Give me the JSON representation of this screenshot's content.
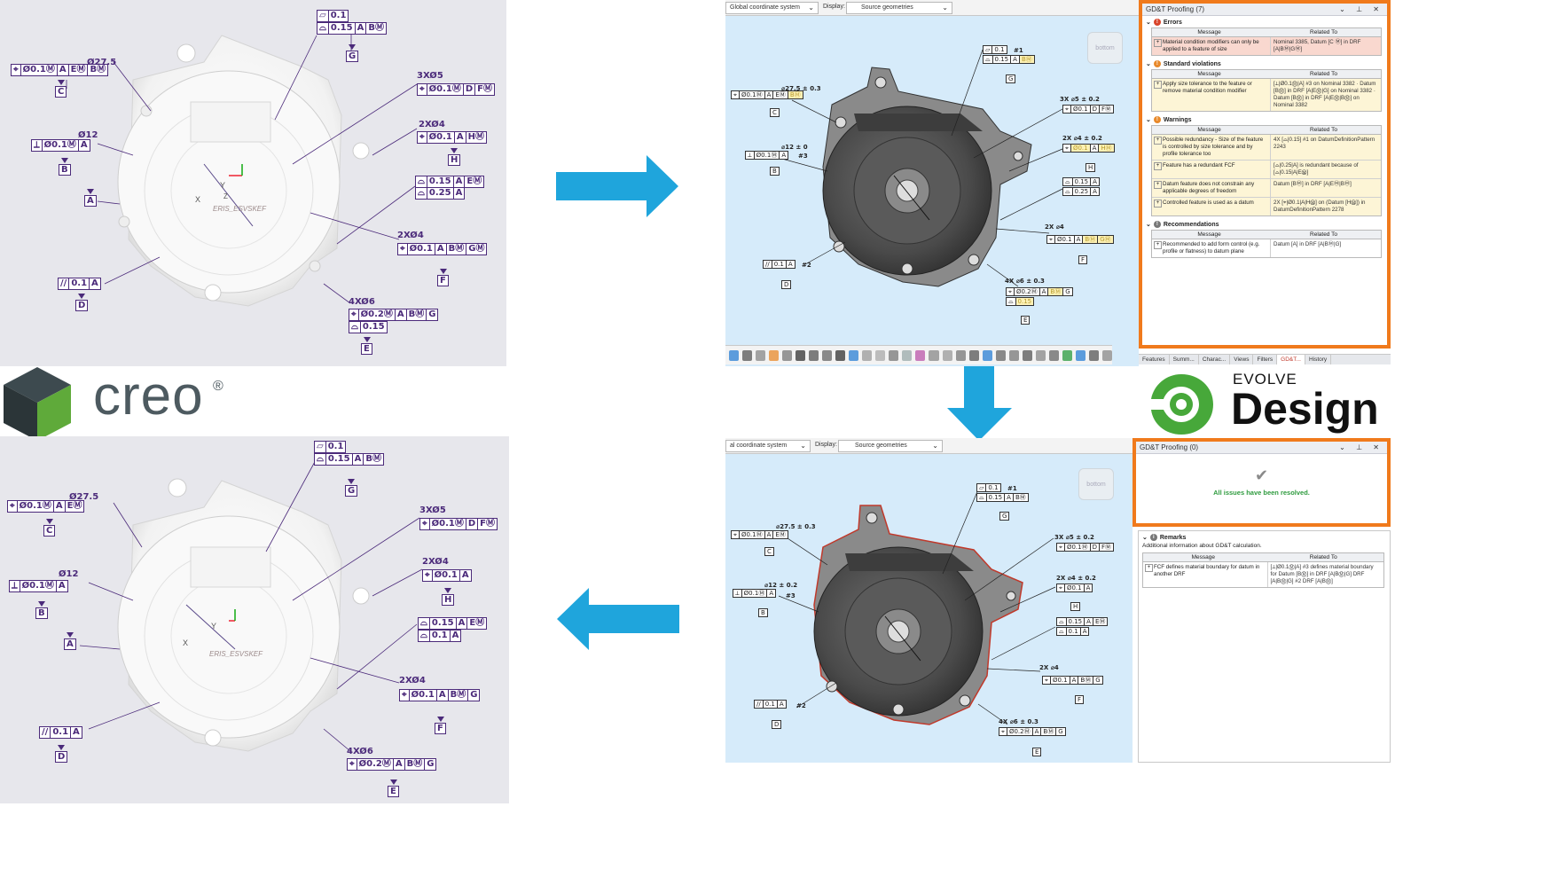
{
  "logos": {
    "creo": {
      "wordmark": "creo",
      "reg": "®",
      "cube_colors": [
        "#3d4a4f",
        "#5faa3a",
        "#2b3538"
      ]
    },
    "evolve": {
      "line1": "EVOLVE",
      "line2": "Design",
      "mark_color": "#47a83a"
    }
  },
  "creo_before": {
    "labels": [
      {
        "id": "c1",
        "text": "Ø27.5"
      },
      {
        "id": "c2",
        "text": "Ø12"
      },
      {
        "id": "c3",
        "text": "3XØ5"
      },
      {
        "id": "c4",
        "text": "2XØ4"
      },
      {
        "id": "c5",
        "text": "2XØ4"
      },
      {
        "id": "c6",
        "text": "4XØ6"
      }
    ],
    "fcfs": [
      {
        "id": "f1",
        "cells": [
          "⌖",
          "Ø0.1Ⓜ",
          "A",
          "EⓂ",
          "BⓂ"
        ],
        "datum": "C"
      },
      {
        "id": "f2",
        "cells": [
          "⟂",
          "Ø0.1Ⓜ",
          "A"
        ],
        "datum": "B"
      },
      {
        "id": "f3a",
        "cells": [
          "▱",
          "0.1"
        ]
      },
      {
        "id": "f3b",
        "cells": [
          "⌓",
          "0.15",
          "A",
          "BⓂ"
        ],
        "datum": "G"
      },
      {
        "id": "f4",
        "cells": [
          "⌖",
          "Ø0.1Ⓜ",
          "D",
          "FⓂ"
        ]
      },
      {
        "id": "f5",
        "cells": [
          "⌖",
          "Ø0.1",
          "A",
          "HⓂ"
        ],
        "datum": "H"
      },
      {
        "id": "f6a",
        "cells": [
          "⌓",
          "0.15",
          "A",
          "EⓂ"
        ]
      },
      {
        "id": "f6b",
        "cells": [
          "⌓",
          "0.25",
          "A"
        ]
      },
      {
        "id": "f7",
        "cells": [
          "⌖",
          "Ø0.1",
          "A",
          "BⓂ",
          "GⓂ"
        ],
        "datum": "F"
      },
      {
        "id": "f8",
        "cells": [
          "//",
          "0.1",
          "A"
        ],
        "datum": "D"
      },
      {
        "id": "f9a",
        "cells": [
          "⌖",
          "Ø0.2Ⓜ",
          "A",
          "BⓂ",
          "G"
        ]
      },
      {
        "id": "f9b",
        "cells": [
          "⌓",
          "0.15"
        ],
        "datum": "E"
      },
      {
        "id": "f10",
        "cells": [],
        "datum": "A"
      }
    ]
  },
  "creo_after": {
    "labels": [
      {
        "id": "c1",
        "text": "Ø27.5"
      },
      {
        "id": "c2",
        "text": "Ø12"
      },
      {
        "id": "c3",
        "text": "3XØ5"
      },
      {
        "id": "c4",
        "text": "2XØ4"
      },
      {
        "id": "c5",
        "text": "2XØ4"
      },
      {
        "id": "c6",
        "text": "4XØ6"
      }
    ],
    "fcfs": [
      {
        "id": "f1",
        "cells": [
          "⌖",
          "Ø0.1Ⓜ",
          "A",
          "EⓂ"
        ],
        "datum": "C"
      },
      {
        "id": "f2",
        "cells": [
          "⟂",
          "Ø0.1Ⓜ",
          "A"
        ],
        "datum": "B"
      },
      {
        "id": "f3a",
        "cells": [
          "▱",
          "0.1"
        ]
      },
      {
        "id": "f3b",
        "cells": [
          "⌓",
          "0.15",
          "A",
          "BⓂ"
        ],
        "datum": "G"
      },
      {
        "id": "f4",
        "cells": [
          "⌖",
          "Ø0.1Ⓜ",
          "D",
          "FⓂ"
        ]
      },
      {
        "id": "f5",
        "cells": [
          "⌖",
          "Ø0.1",
          "A"
        ],
        "datum": "H"
      },
      {
        "id": "f6a",
        "cells": [
          "⌓",
          "0.15",
          "A",
          "EⓂ"
        ]
      },
      {
        "id": "f6b",
        "cells": [
          "⌓",
          "0.1",
          "A"
        ]
      },
      {
        "id": "f7",
        "cells": [
          "⌖",
          "Ø0.1",
          "A",
          "BⓂ",
          "G"
        ],
        "datum": "F"
      },
      {
        "id": "f8",
        "cells": [
          "//",
          "0.1",
          "A"
        ],
        "datum": "D"
      },
      {
        "id": "f9a",
        "cells": [
          "⌖",
          "Ø0.2Ⓜ",
          "A",
          "BⓂ",
          "G"
        ],
        "datum": "E"
      },
      {
        "id": "f10",
        "cells": [],
        "datum": "A"
      }
    ]
  },
  "evolve_top": {
    "coord_label": "Global coordinate system",
    "display_label": "Display:",
    "display_value": "Source geometries",
    "viewcube_label": "bottom",
    "annotations": [
      "⌀27.5 ± 0.3",
      "⌀12 ± 0",
      "3X ⌀5 ± 0.2",
      "2X ⌀4 ± 0.2",
      "2X ⌀4",
      "4X ⌀6 ± 0.3",
      "#1",
      "#2",
      "#3"
    ],
    "proofing": {
      "title": "GD&T Proofing (7)",
      "col_message": "Message",
      "col_related": "Related To",
      "sections": [
        {
          "name": "Errors",
          "color": "#d9452b",
          "bg": "#f9d8cf",
          "rows": [
            {
              "message": "Material condition modifiers can only be applied to a feature of size",
              "related": "Nominal 3385, Datum [C Ⓜ] in DRF [A|BⓂ|GⓂ]"
            }
          ]
        },
        {
          "name": "Standard violations",
          "color": "#e8892a",
          "bg": "#fdf5d6",
          "rows": [
            {
              "message": "Apply size tolerance to the feature or remove material condition modifier",
              "related": "[⟂|Ø0.1Ⓜ|A] #3 on Nominal 3382 · Datum [BⓂ] in DRF [A|EⓂ|G] on Nominal 3382 · Datum [BⓂ] in DRF [A|EⓂ|BⓂ] on Nominal 3382"
            }
          ]
        },
        {
          "name": "Warnings",
          "color": "#e8892a",
          "bg": "#fdf5d6",
          "rows": [
            {
              "message": "Possible redundancy - Size of the feature is controlled by size tolerance and by profile tolerance too",
              "related": "4X [⌓|0.15] #1 on DatumDefinitionPattern 2243"
            },
            {
              "message": "Feature has a redundant FCF",
              "related": "[⌓|0.25|A] is redundant because of [⌓|0.15|A|EⓂ]"
            },
            {
              "message": "Datum feature does not constrain any applicable degrees of freedom",
              "related": "Datum [BⓂ] in DRF [A|EⓂ|BⓂ]"
            },
            {
              "message": "Controlled feature is used as a datum",
              "related": "2X [⌖|Ø0.1|A|HⓂ] on (Datum [HⓂ]) in DatumDefinitionPattern 2278"
            }
          ]
        },
        {
          "name": "Recommendations",
          "color": "#777777",
          "bg": "#ffffff",
          "rows": [
            {
              "message": "Recommended to add form control (e.g. profile or flatness) to datum plane",
              "related": "Datum [A] in DRF [A|BⓂ|G]"
            }
          ]
        }
      ],
      "tabs": [
        "Features",
        "Summ...",
        "Charac...",
        "Views",
        "Filters",
        "GD&T...",
        "History"
      ]
    }
  },
  "evolve_bottom": {
    "coord_label": "al coordinate system",
    "display_label": "Display:",
    "display_value": "Source geometries",
    "viewcube_label": "bottom",
    "annotations": [
      "⌀27.5 ± 0.3",
      "⌀12 ± 0.2",
      "3X ⌀5 ± 0.2",
      "2X ⌀4 ± 0.2",
      "2X ⌀4",
      "4X ⌀6 ± 0.3",
      "#1",
      "#2",
      "#3"
    ],
    "proofing": {
      "title": "GD&T Proofing (0)",
      "resolved": "All issues have been resolved."
    },
    "remarks": {
      "title": "Remarks",
      "subtitle": "Additional information about GD&T calculation.",
      "col_message": "Message",
      "col_related": "Related To",
      "rows": [
        {
          "message": "FCF defines material boundary for datum in another DRF",
          "related": "[⟂|Ø0.1Ⓜ|A] #3 defines material boundary for Datum [BⓂ] in DRF [A|BⓂ|G] DRF [A|BⓂ|G] #2 DRF [A|BⓂ]"
        }
      ]
    }
  },
  "colors": {
    "arrow": "#1fa5dc",
    "highlight": "#f07a1c",
    "annotation": "#4b2a7a",
    "success": "#2e9b3e"
  }
}
